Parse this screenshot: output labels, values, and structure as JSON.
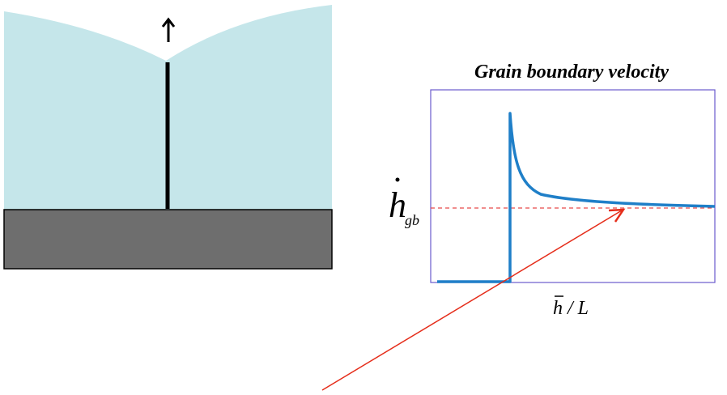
{
  "left_diagram": {
    "fluid_color": "#c5e6ea",
    "substrate_color": "#6e6e6e",
    "boundary_color": "#000000",
    "arrow_icon": "up-arrow-icon"
  },
  "right_chart": {
    "title": "Grain boundary velocity",
    "y_label_main": "h",
    "y_label_sub": "gb",
    "x_label": "h / L",
    "frame_color": "#6a5acd",
    "curve_color": "#1f7fc8",
    "dashed_color": "#e84a4a",
    "pointer_color": "#e52d1a"
  }
}
